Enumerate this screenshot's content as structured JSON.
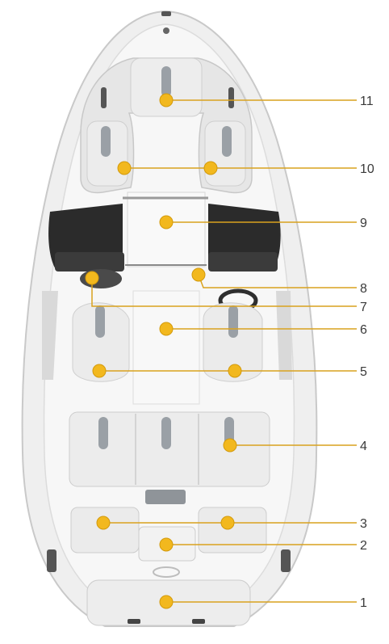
{
  "colors": {
    "background": "#ffffff",
    "hull": "#f2f2f2",
    "hull_outline": "#c9c9c9",
    "deck": "#fafafa",
    "seat_stripe": "#9aa0a6",
    "dark_panel": "#2b2b2b",
    "marker": "#f2b81e",
    "marker_edge": "#d39a0c",
    "leader_line": "#d9a21e"
  },
  "callouts": [
    {
      "id": "1",
      "label": "1"
    },
    {
      "id": "2",
      "label": "2"
    },
    {
      "id": "3",
      "label": "3"
    },
    {
      "id": "4",
      "label": "4"
    },
    {
      "id": "5",
      "label": "5"
    },
    {
      "id": "6",
      "label": "6"
    },
    {
      "id": "7",
      "label": "7"
    },
    {
      "id": "8",
      "label": "8"
    },
    {
      "id": "9",
      "label": "9"
    },
    {
      "id": "10",
      "label": "10"
    },
    {
      "id": "11",
      "label": "11"
    }
  ]
}
